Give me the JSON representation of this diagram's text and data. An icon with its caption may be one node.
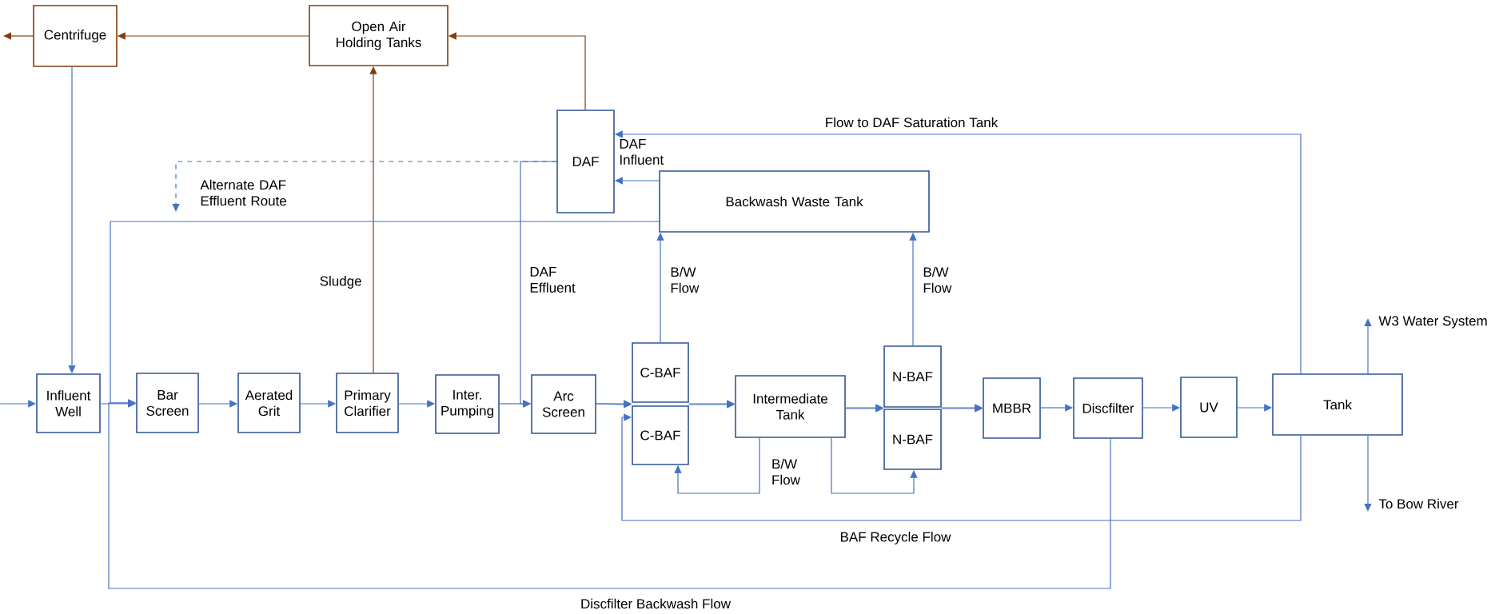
{
  "diagram": {
    "nodes": [
      {
        "text": [
          "Centrifuge"
        ]
      },
      {
        "text": [
          "Open Air Holding Tanks"
        ]
      },
      {
        "text": [
          "DAF"
        ]
      },
      {
        "text": [
          "Backwash Waste Tank"
        ]
      },
      {
        "text": [
          "Influent Well"
        ]
      },
      {
        "text": [
          "Bar Screen"
        ]
      },
      {
        "text": [
          "Aerated Grit"
        ]
      },
      {
        "text": [
          "Primary Clarifier"
        ]
      },
      {
        "text": [
          "Inter. Pumping"
        ]
      },
      {
        "text": [
          "Arc Screen"
        ]
      },
      {
        "text": [
          "C-BAF"
        ]
      },
      {
        "text": [
          "C-BAF"
        ]
      },
      {
        "text": [
          "Intermediate Tank"
        ]
      },
      {
        "text": [
          "N-BAF"
        ]
      },
      {
        "text": [
          "N-BAF"
        ]
      },
      {
        "text": [
          "MBBR"
        ]
      },
      {
        "text": [
          "Discfilter"
        ]
      },
      {
        "text": [
          "UV"
        ]
      },
      {
        "text": [
          "Tank"
        ]
      }
    ],
    "edges": [
      {
        "from": null,
        "to": 4,
        "arrow": "to"
      },
      {
        "from": 4,
        "to": 5,
        "arrow": "to"
      },
      {
        "from": 5,
        "to": 6,
        "arrow": "to"
      },
      {
        "from": 6,
        "to": 7,
        "arrow": "to"
      },
      {
        "from": 7,
        "to": 8,
        "arrow": "to"
      },
      {
        "from": 8,
        "to": 9,
        "arrow": "to"
      },
      {
        "from": 9,
        "to": 10,
        "arrow": "to"
      },
      {
        "from": 9,
        "to": 11,
        "arrow": "to"
      },
      {
        "from": 10,
        "to": 12,
        "arrow": "to"
      },
      {
        "from": 11,
        "to": 12,
        "arrow": "to"
      },
      {
        "from": 12,
        "to": 13,
        "arrow": "to"
      },
      {
        "from": 12,
        "to": 14,
        "arrow": "to"
      },
      {
        "from": 13,
        "to": 15,
        "arrow": "to"
      },
      {
        "from": 14,
        "to": 15,
        "arrow": "to"
      },
      {
        "from": 15,
        "to": 16,
        "arrow": "to"
      },
      {
        "from": 16,
        "to": 17,
        "arrow": "to"
      },
      {
        "from": 17,
        "to": 18,
        "arrow": "to"
      },
      {
        "from": 0,
        "to": null,
        "arrow": "to",
        "color": "#843c0c"
      },
      {
        "from": 1,
        "to": 0,
        "arrow": "to",
        "color": "#843c0c"
      },
      {
        "from": 2,
        "to": 1,
        "arrow": "to",
        "color": "#843c0c"
      },
      {
        "from": 7,
        "to": 1,
        "arrow": "to",
        "color": "#843c0c",
        "label": "Sludge"
      },
      {
        "from": 0,
        "to": 4,
        "arrow": "to"
      },
      {
        "from": 18,
        "to": 2,
        "arrow": "to",
        "label": "Flow to DAF Saturation Tank"
      },
      {
        "from": 3,
        "to": 2,
        "arrow": "to",
        "label": "DAF Influent"
      },
      {
        "from": 3,
        "to": 5,
        "arrow": "to"
      },
      {
        "from": 2,
        "to": null,
        "arrow": "to",
        "style": "dashed",
        "label": "Alternate DAF Effluent Route"
      },
      {
        "from": 2,
        "to": 9,
        "arrow": "to",
        "label": "DAF Effluent"
      },
      {
        "from": 10,
        "to": 3,
        "arrow": "to",
        "label": "B/W Flow"
      },
      {
        "from": 13,
        "to": 3,
        "arrow": "to",
        "label": "B/W Flow"
      },
      {
        "from": 12,
        "to": 11,
        "arrow": "to",
        "label": "B/W Flow"
      },
      {
        "from": 12,
        "to": 14,
        "arrow": "to"
      },
      {
        "from": 18,
        "to": 11,
        "arrow": "to",
        "label": "BAF Recycle Flow"
      },
      {
        "from": 16,
        "to": 5,
        "arrow": "to",
        "label": "Discfilter Backwash Flow"
      },
      {
        "from": 18,
        "to": null,
        "arrow": "to",
        "label": "W3 Water System"
      },
      {
        "from": 18,
        "to": null,
        "arrow": "to",
        "label": "To Bow River"
      }
    ]
  }
}
